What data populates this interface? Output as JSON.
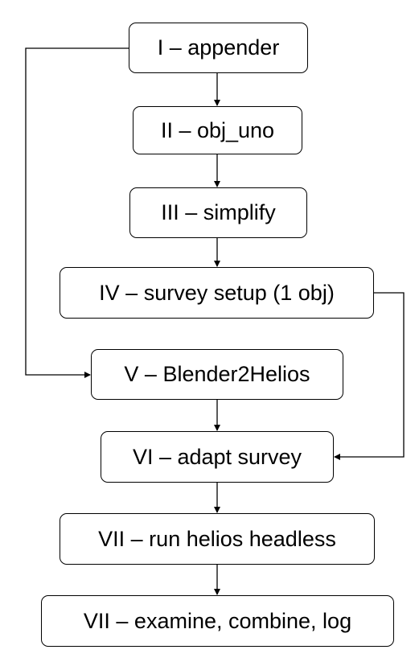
{
  "diagram": {
    "steps": [
      {
        "id": "I",
        "label": "I – appender"
      },
      {
        "id": "II",
        "label": "II – obj_uno"
      },
      {
        "id": "III",
        "label": "III – simplify"
      },
      {
        "id": "IV",
        "label": "IV – survey setup (1 obj)"
      },
      {
        "id": "V",
        "label": "V – Blender2Helios"
      },
      {
        "id": "VI",
        "label": "VI – adapt survey"
      },
      {
        "id": "VII",
        "label": "VII – run helios headless"
      },
      {
        "id": "VIII",
        "label": "VII – examine, combine, log"
      }
    ],
    "edges": [
      {
        "from": "I",
        "to": "II"
      },
      {
        "from": "II",
        "to": "III"
      },
      {
        "from": "III",
        "to": "IV"
      },
      {
        "from": "I",
        "to": "V"
      },
      {
        "from": "IV",
        "to": "VI"
      },
      {
        "from": "V",
        "to": "VI"
      },
      {
        "from": "VI",
        "to": "VII"
      },
      {
        "from": "VII",
        "to": "VIII"
      }
    ],
    "line_color": "#000000",
    "box_border_color": "#000000",
    "background_color": "#ffffff"
  }
}
